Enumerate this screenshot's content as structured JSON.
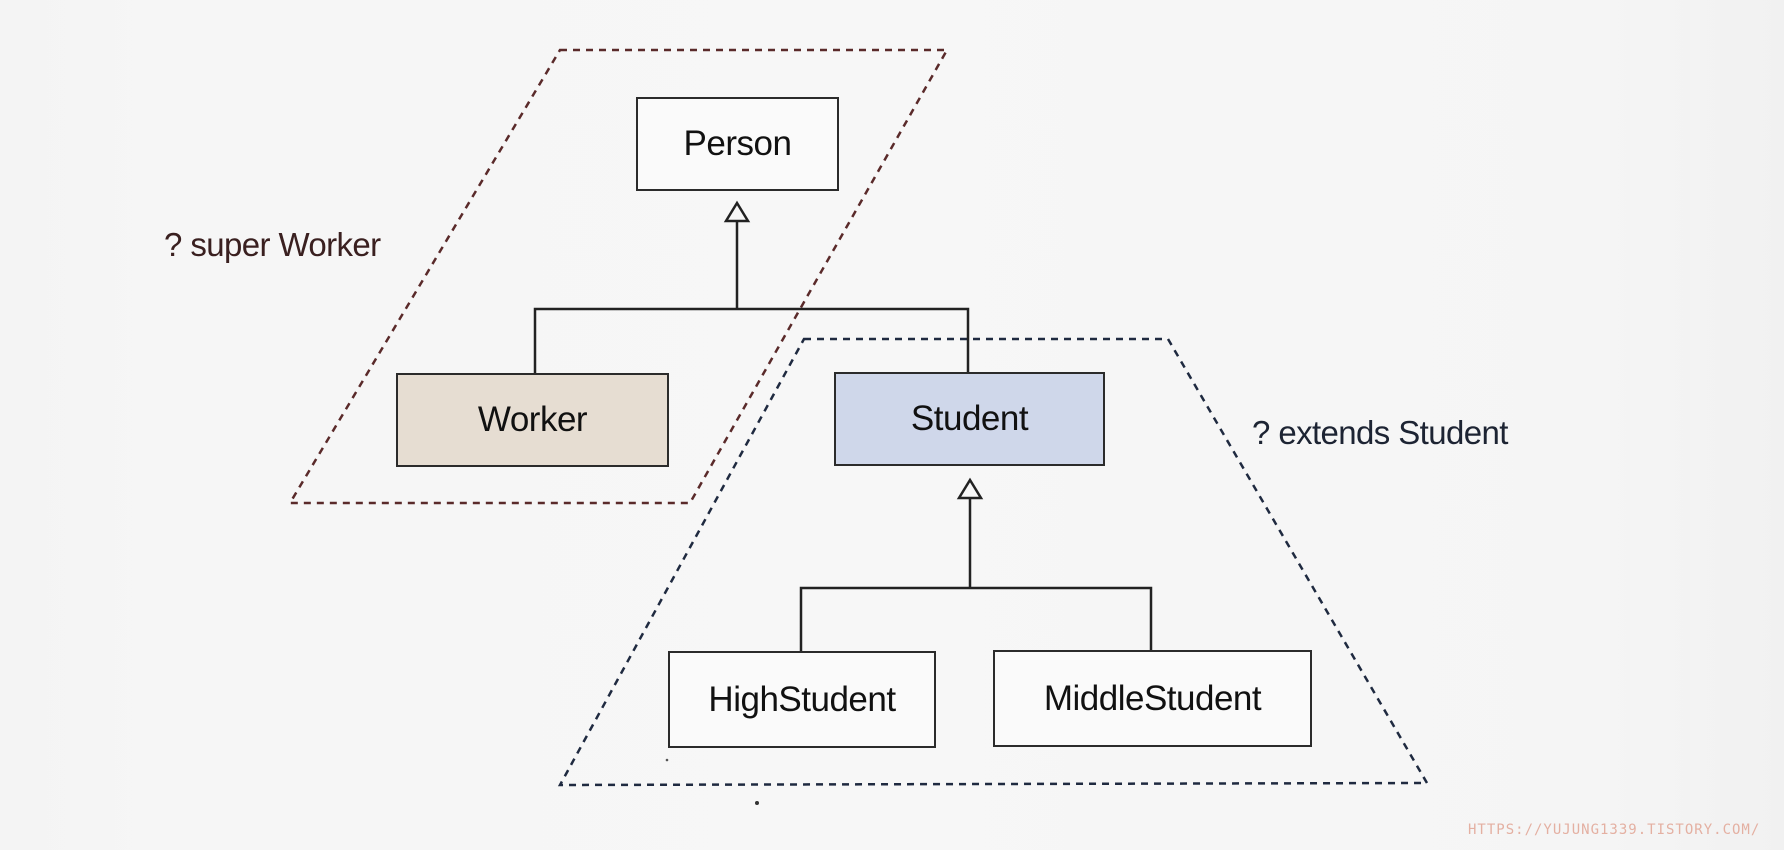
{
  "diagram": {
    "nodes": {
      "person": "Person",
      "worker": "Worker",
      "student": "Student",
      "high_student": "HighStudent",
      "middle_student": "MiddleStudent"
    },
    "regions": {
      "super_label": "? super Worker",
      "extends_label": "? extends Student"
    },
    "watermark": "HTTPS://YUJUNG1339.TISTORY.COM/",
    "colors": {
      "worker_fill": "#e6ddd2",
      "student_fill": "#cfd7ea",
      "super_region_border": "#5a2a2a",
      "extends_region_border": "#1f2a40"
    }
  }
}
